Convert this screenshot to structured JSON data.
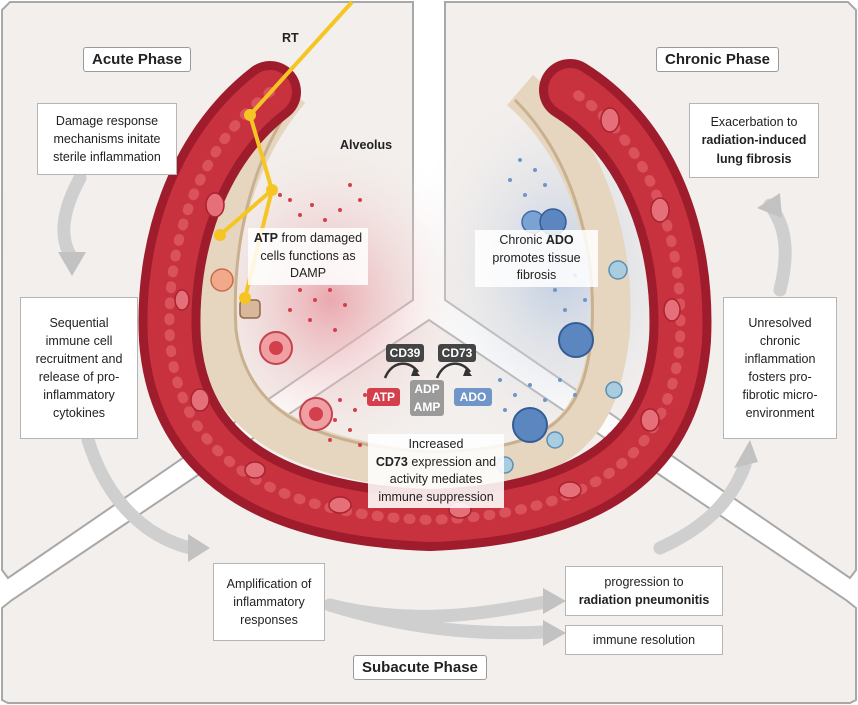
{
  "phases": {
    "acute": "Acute Phase",
    "chronic": "Chronic Phase",
    "subacute": "Subacute Phase"
  },
  "labels": {
    "rt": "RT",
    "alveolus": "Alveolus"
  },
  "acute": {
    "box1": "Damage response mechanisms initate sterile inflammation",
    "box2": "Sequential immune cell recruitment and release of pro-inflammatory cytokines",
    "atp_bold": "ATP",
    "atp_rest": " from damaged cells functions as DAMP"
  },
  "chronic": {
    "box1_line1": "Exacerbation to",
    "box1_bold": "radiation-induced lung fibrosis",
    "box2": "Unresolved chronic inflammation fosters pro-fibrotic micro-environment",
    "ado_pre": "Chronic ",
    "ado_bold": "ADO",
    "ado_rest": " promotes tissue fibrosis"
  },
  "subacute": {
    "box1": "Amplification of inflammatory responses",
    "box2_line1": "progression to",
    "box2_bold": "radiation pneumonitis",
    "box3": "immune resolution",
    "cd73_pre": "Increased",
    "cd73_bold": "CD73",
    "cd73_rest": " expression and activity mediates immune suppression"
  },
  "pathway": {
    "cd39": "CD39",
    "cd73": "CD73",
    "atp": "ATP",
    "adp": "ADP",
    "amp": "AMP",
    "ado": "ADO"
  },
  "colors": {
    "vessel_dark": "#9e1c2c",
    "vessel_mid": "#c8323f",
    "atp_red": "#d3404c",
    "ado_blue": "#6f95c9",
    "panel_bg": "#f3efec",
    "radiation": "#f5c623"
  }
}
